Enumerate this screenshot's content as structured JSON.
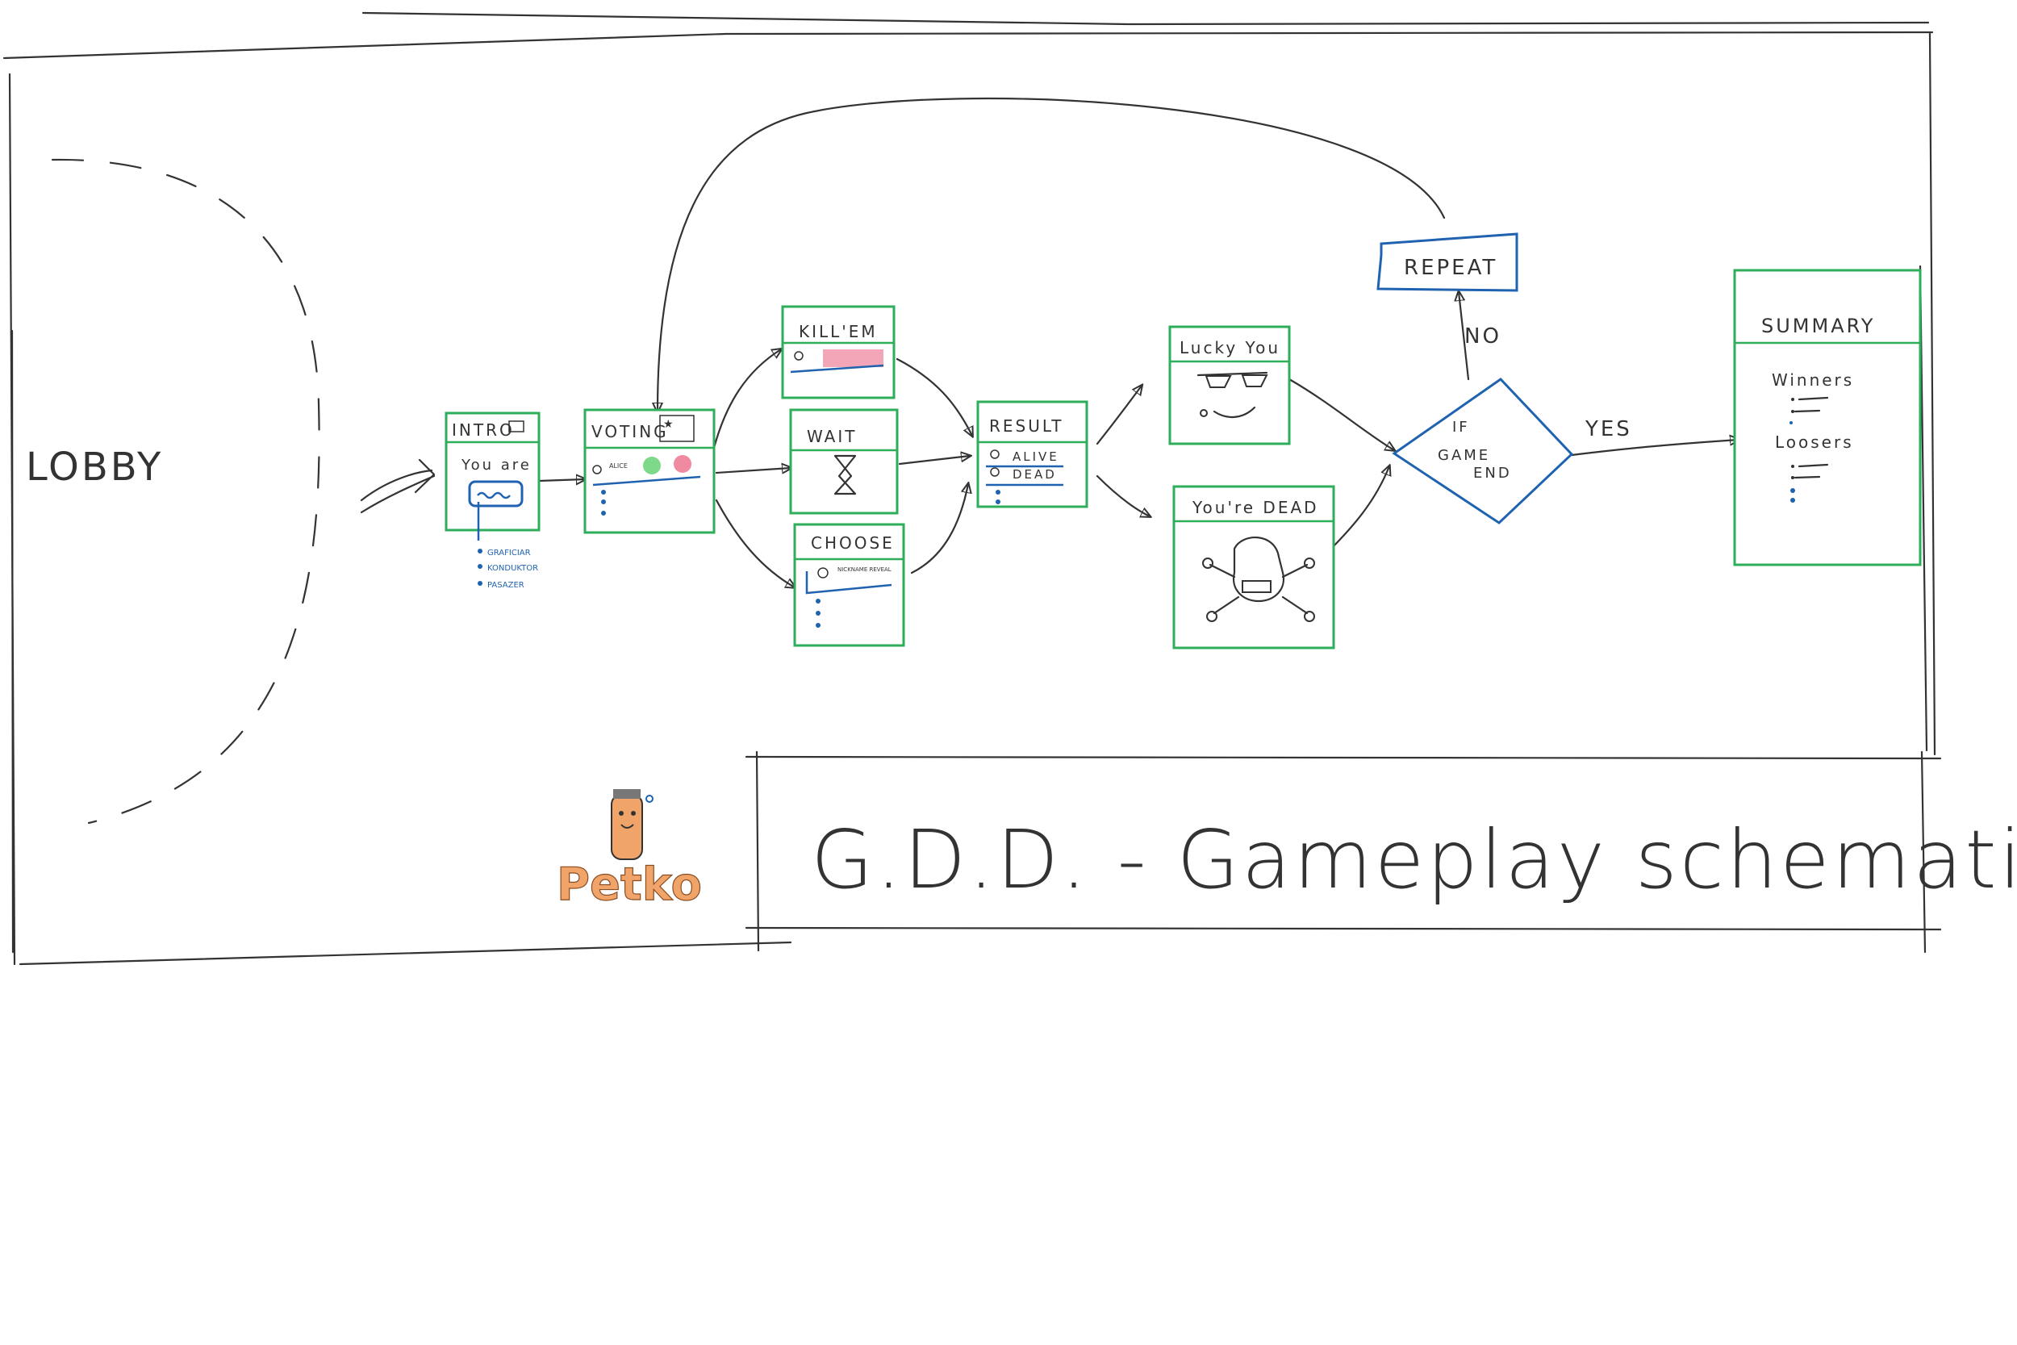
{
  "lobby": {
    "label": "LOBBY"
  },
  "screens": {
    "intro": {
      "title": "INTRO",
      "text": "You are",
      "roles": [
        "GRAFICIAR",
        "KONDUKTOR",
        "PASAZER"
      ]
    },
    "voting": {
      "title": "VOTING",
      "entry": "ALICE"
    },
    "killem": {
      "title": "KILL'EM"
    },
    "wait": {
      "title": "WAIT"
    },
    "choose": {
      "title": "CHOOSE",
      "entry": "NICKNAME REVEAL"
    },
    "result": {
      "title": "RESULT",
      "alive": "ALIVE",
      "dead": "DEAD"
    },
    "lucky": {
      "title": "Lucky You"
    },
    "dead": {
      "title": "You're DEAD"
    },
    "repeat": {
      "title": "REPEAT"
    },
    "gameend": {
      "line1": "IF",
      "line2": "GAME",
      "line3": "END"
    },
    "summary": {
      "title": "SUMMARY",
      "winners": "Winners",
      "loosers": "Loosers"
    }
  },
  "edges": {
    "no": "NO",
    "yes": "YES"
  },
  "footer": {
    "logo": "Petko",
    "title": "G.D.D. - Gameplay schematic"
  },
  "colors": {
    "screen_border": "#2eae5a",
    "accent": "#1f63b0",
    "ink": "#333333",
    "logo_orange": "#f0a46a"
  }
}
